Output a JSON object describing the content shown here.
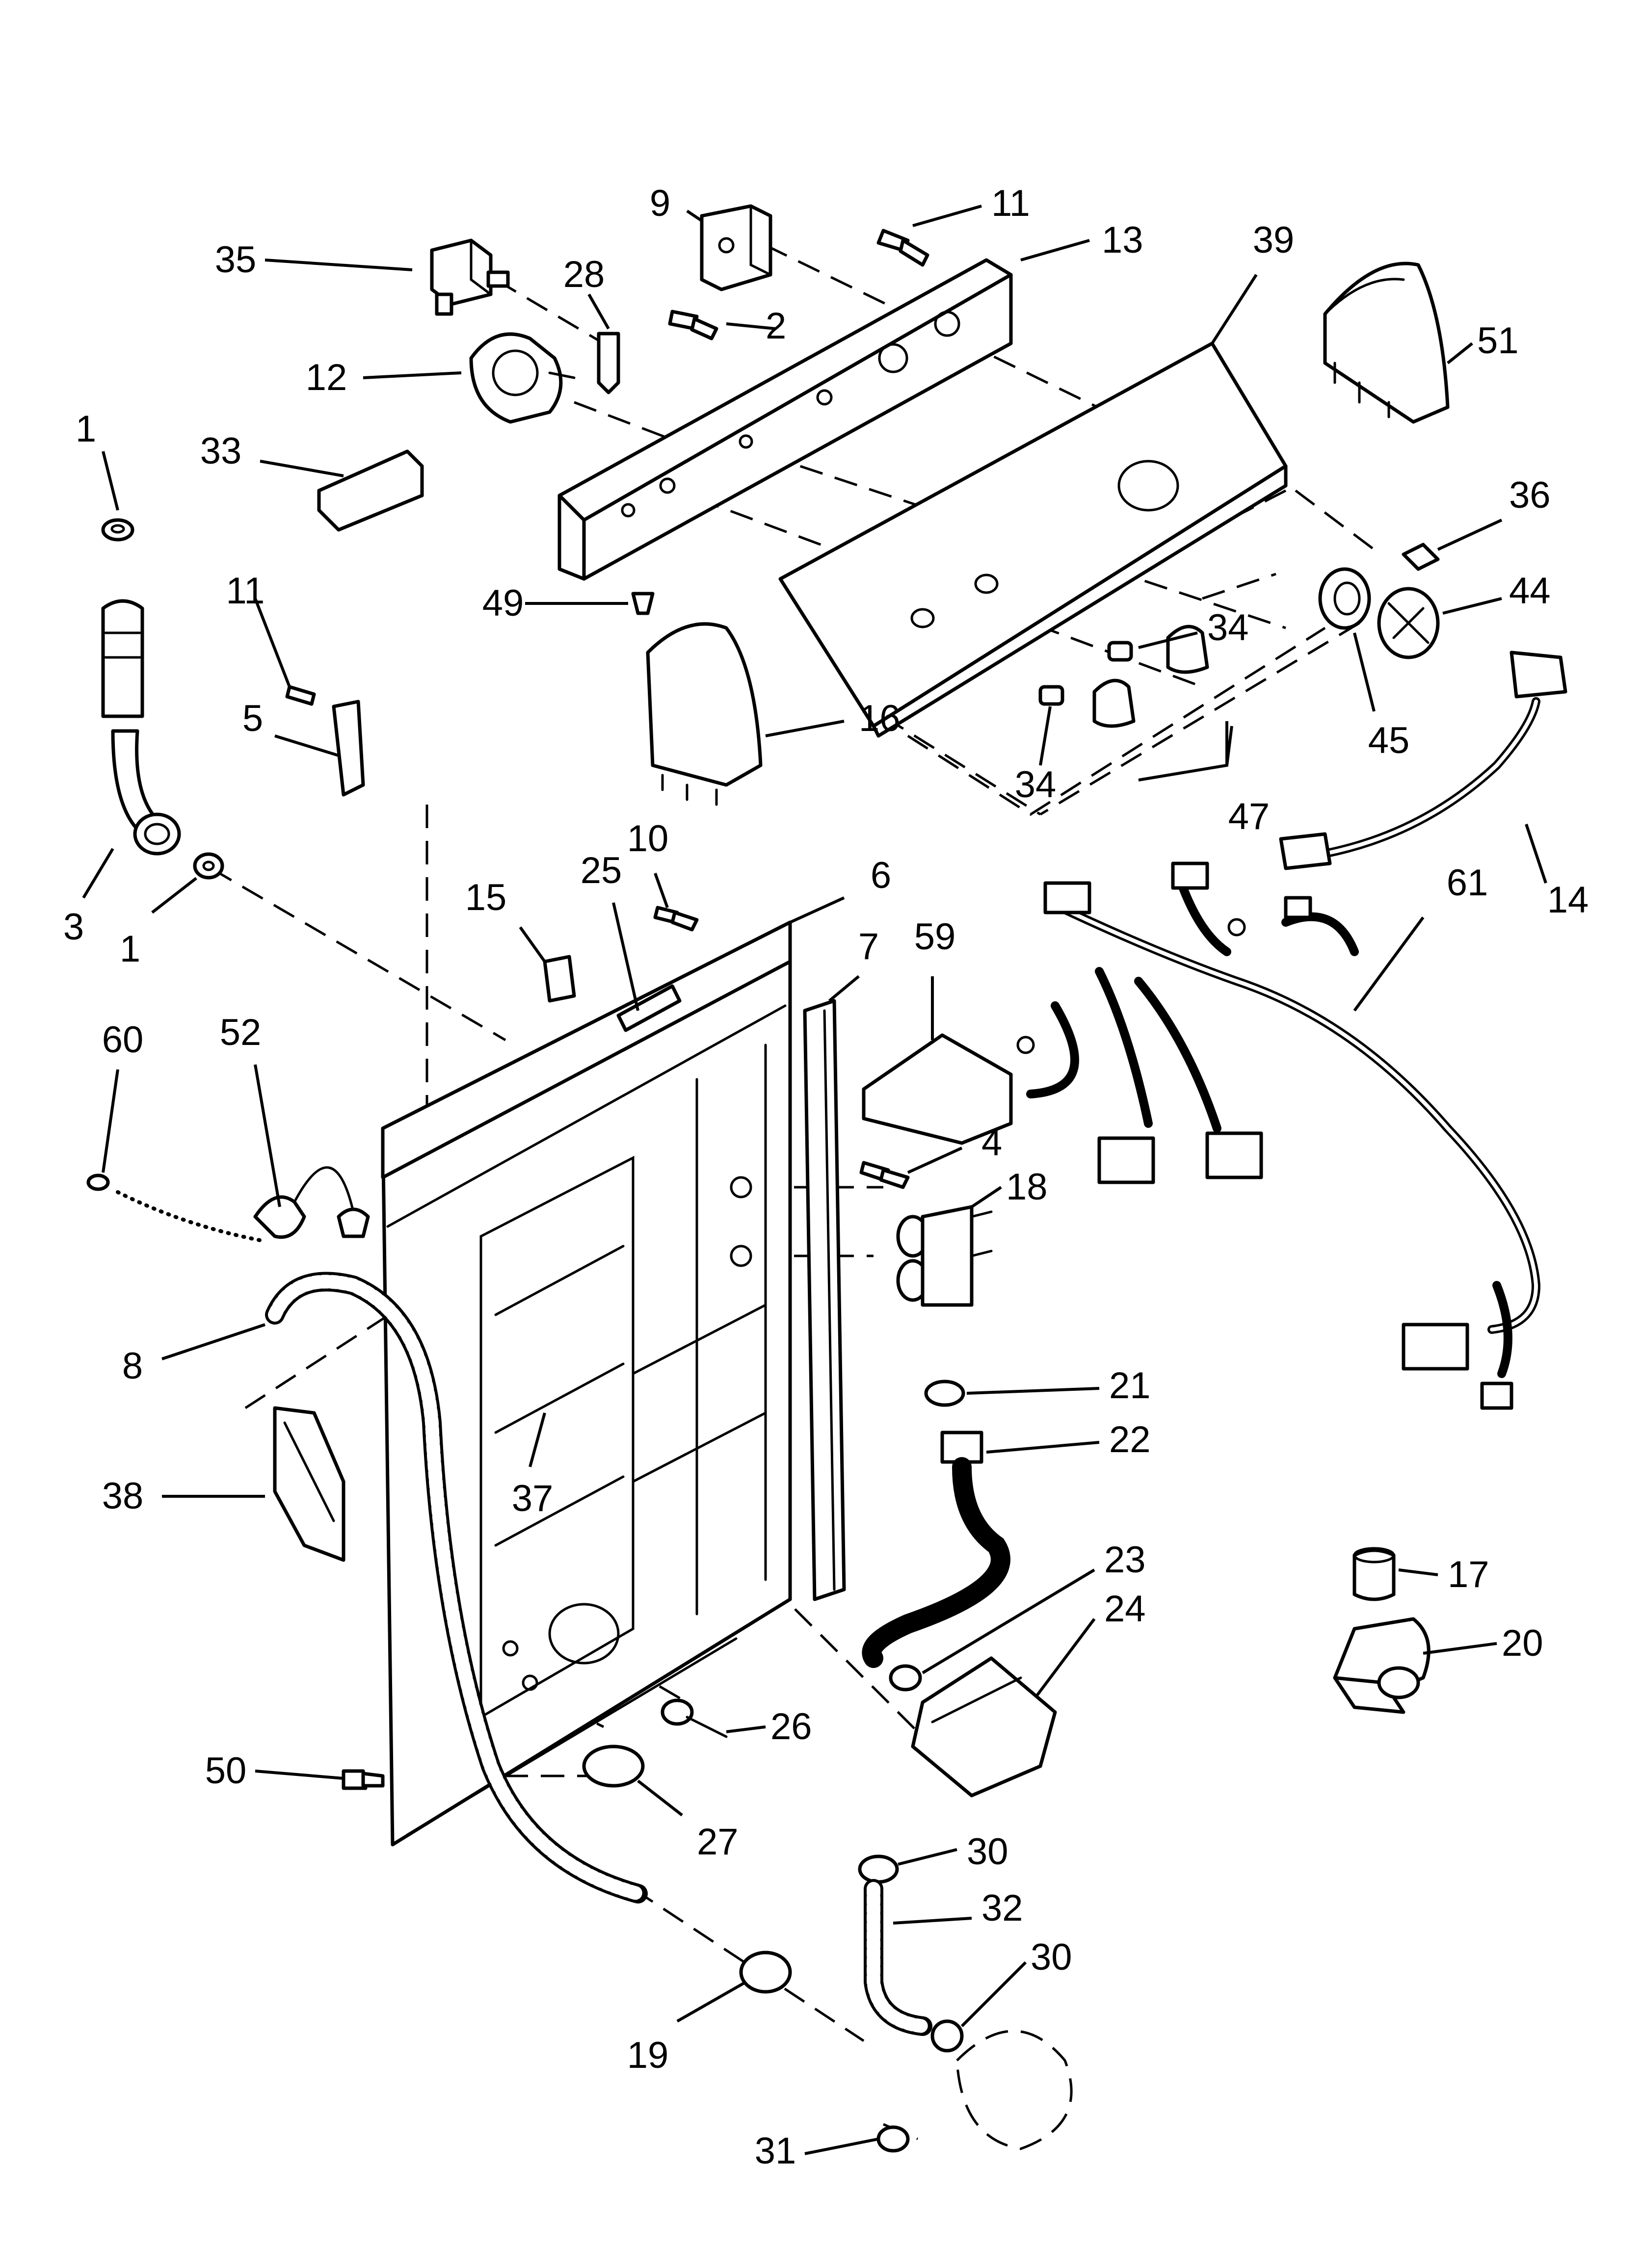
{
  "callouts": [
    "1",
    "2",
    "3",
    "4",
    "5",
    "6",
    "7",
    "8",
    "9",
    "10",
    "11",
    "12",
    "13",
    "14",
    "15",
    "16",
    "17",
    "18",
    "19",
    "20",
    "21",
    "22",
    "23",
    "24",
    "25",
    "26",
    "27",
    "28",
    "30",
    "31",
    "32",
    "33",
    "34",
    "35",
    "36",
    "37",
    "38",
    "39",
    "44",
    "45",
    "47",
    "49",
    "50",
    "51",
    "52",
    "59",
    "60",
    "61"
  ],
  "labels": {
    "l1a": "1",
    "l1b": "1",
    "l2": "2",
    "l3": "3",
    "l4": "4",
    "l5": "5",
    "l6": "6",
    "l7": "7",
    "l8": "8",
    "l9": "9",
    "l10": "10",
    "l11a": "11",
    "l11b": "11",
    "l12": "12",
    "l13": "13",
    "l14": "14",
    "l15": "15",
    "l16": "16",
    "l17": "17",
    "l18": "18",
    "l19": "19",
    "l20": "20",
    "l21": "21",
    "l22": "22",
    "l23": "23",
    "l24": "24",
    "l25": "25",
    "l26": "26",
    "l27": "27",
    "l28": "28",
    "l30a": "30",
    "l30b": "30",
    "l31": "31",
    "l32": "32",
    "l33": "33",
    "l34a": "34",
    "l34b": "34",
    "l35": "35",
    "l36": "36",
    "l37": "37",
    "l38": "38",
    "l39": "39",
    "l44": "44",
    "l45": "45",
    "l47": "47",
    "l49": "49",
    "l50": "50",
    "l51": "51",
    "l52": "52",
    "l59": "59",
    "l60": "60",
    "l61": "61"
  },
  "colors": {
    "ink": "#000000",
    "paper": "#ffffff",
    "shade": "#f2f2f2"
  }
}
